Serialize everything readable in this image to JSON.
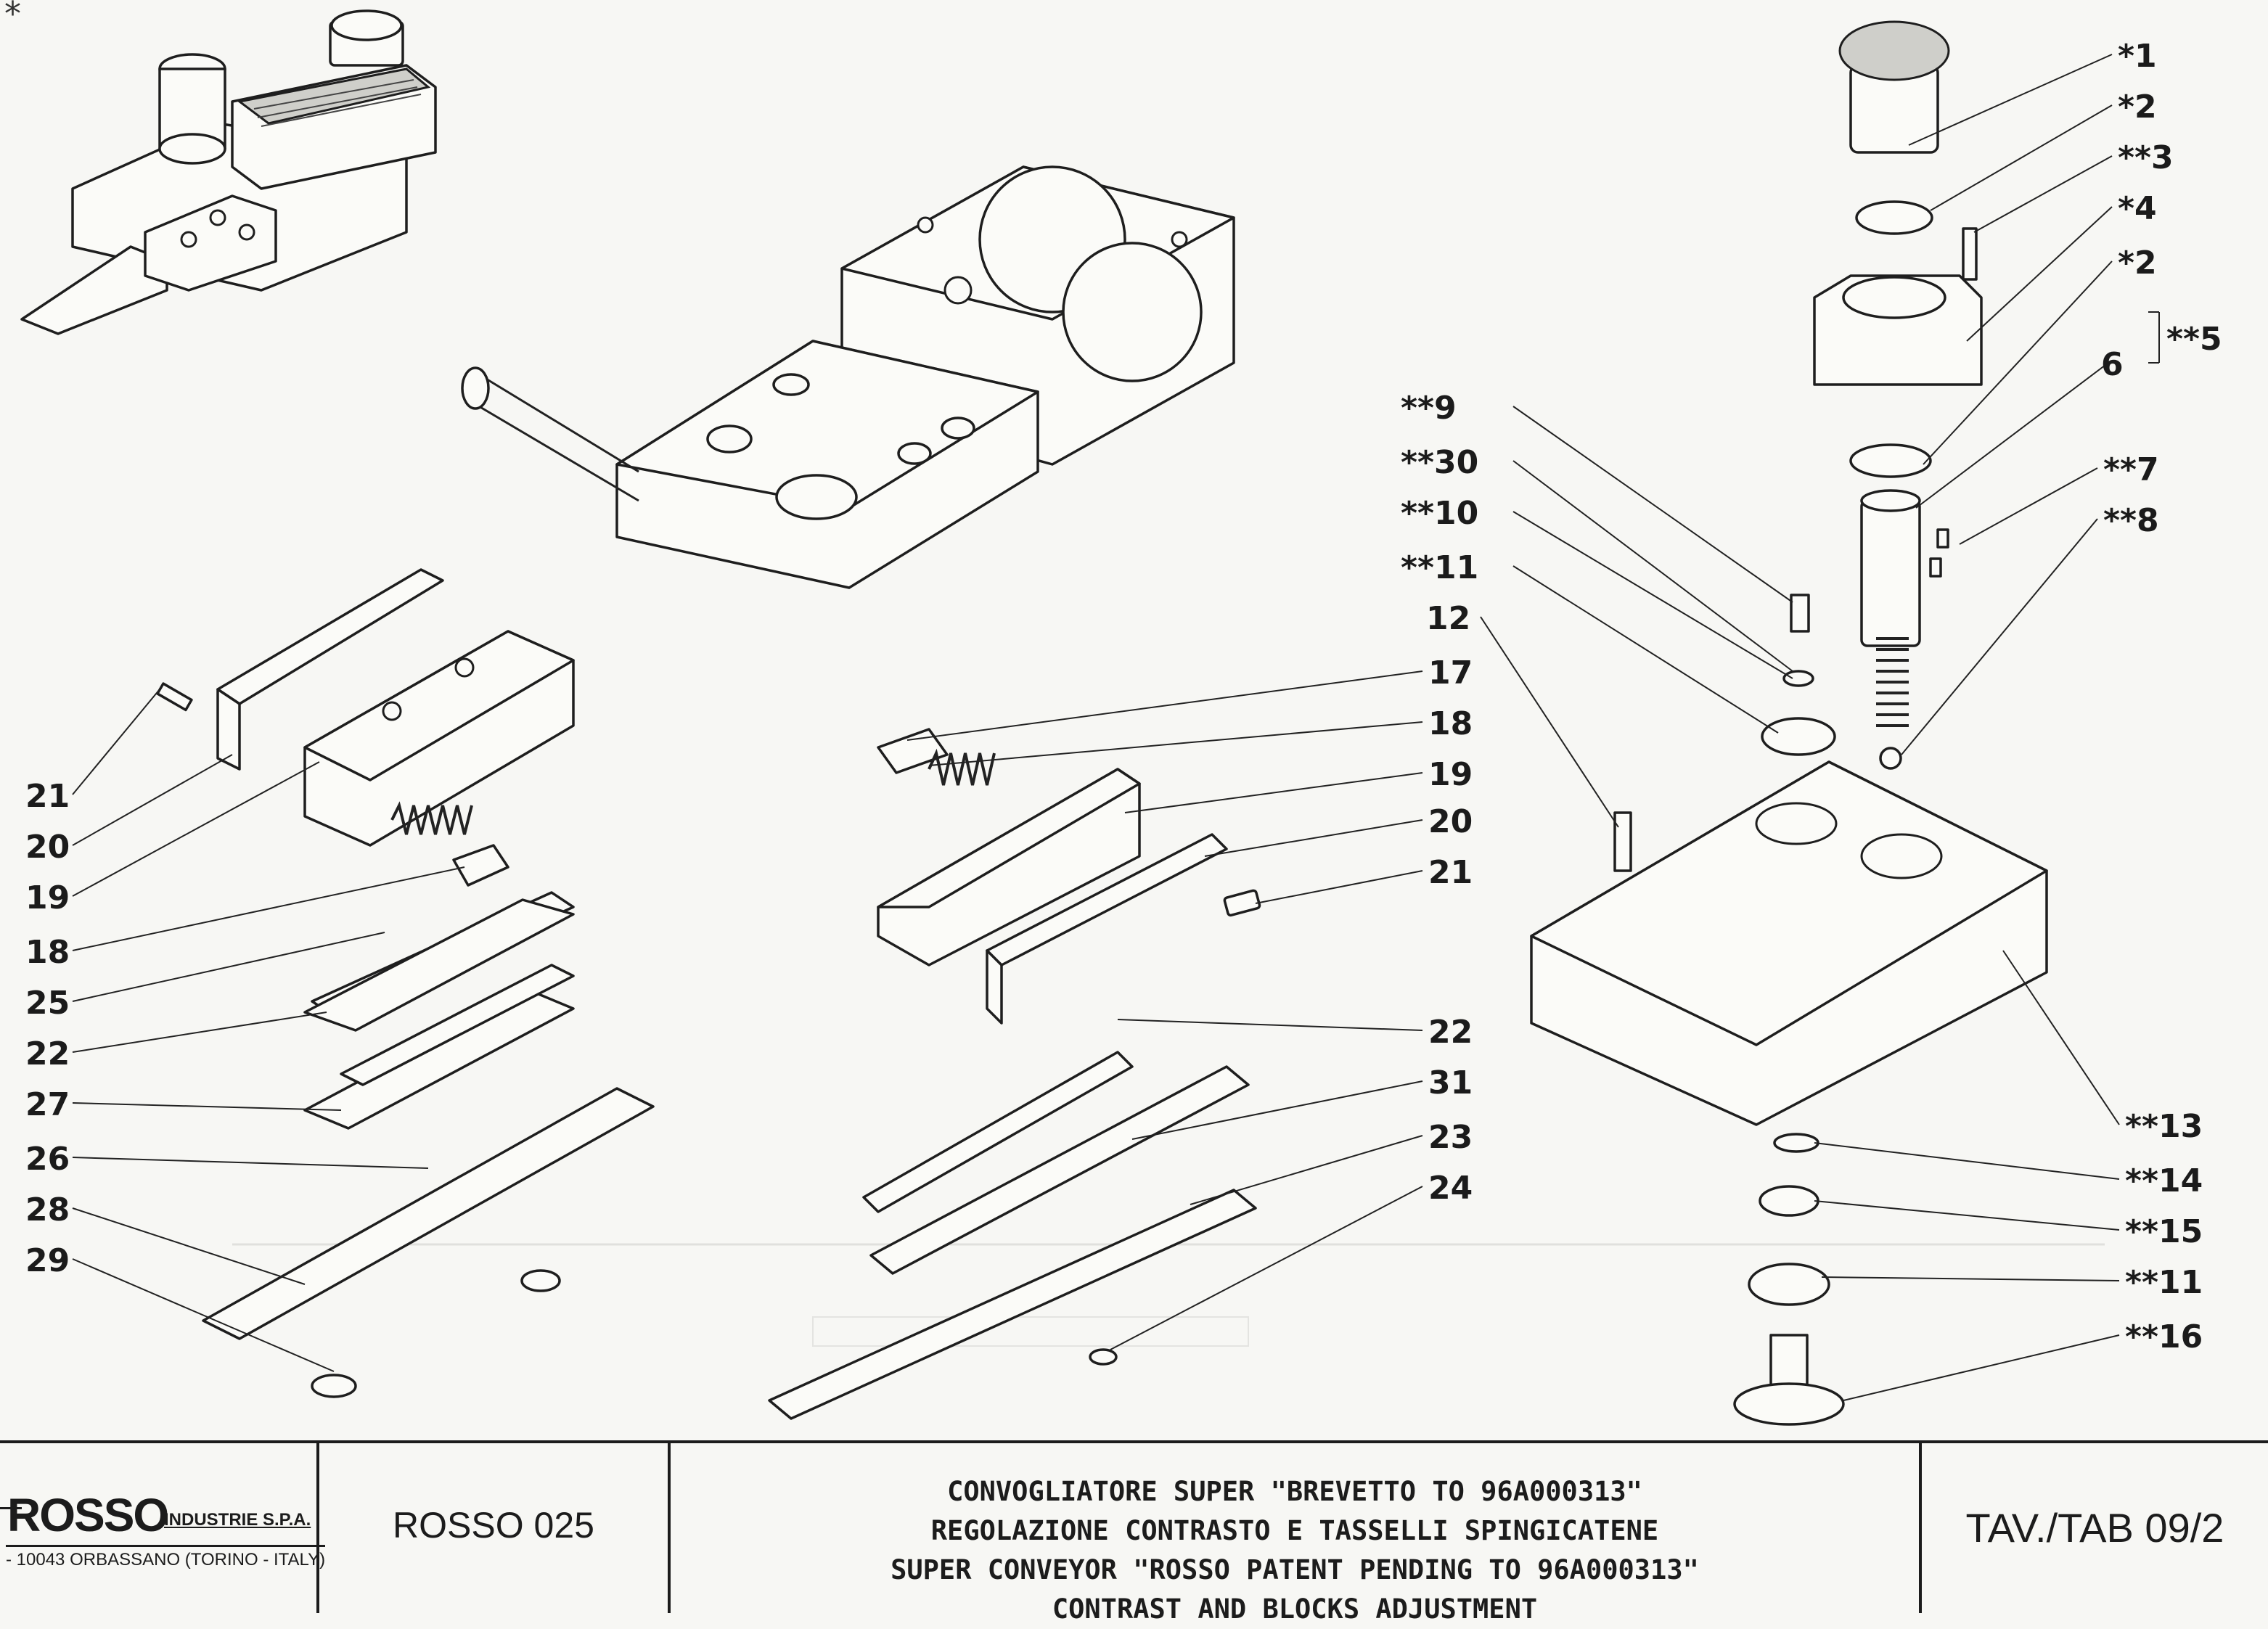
{
  "corner_mark": "*",
  "callouts": [
    {
      "id": "c1",
      "text": "*1"
    },
    {
      "id": "c2",
      "text": "*2"
    },
    {
      "id": "c3",
      "text": "**3"
    },
    {
      "id": "c4",
      "text": "*4"
    },
    {
      "id": "c2b",
      "text": "*2"
    },
    {
      "id": "c5",
      "text": "**5"
    },
    {
      "id": "c6",
      "text": "6"
    },
    {
      "id": "c7",
      "text": "**7"
    },
    {
      "id": "c8",
      "text": "**8"
    },
    {
      "id": "c9",
      "text": "**9"
    },
    {
      "id": "c30",
      "text": "**30"
    },
    {
      "id": "c10",
      "text": "**10"
    },
    {
      "id": "c11",
      "text": "**11"
    },
    {
      "id": "c12",
      "text": "12"
    },
    {
      "id": "c13",
      "text": "**13"
    },
    {
      "id": "c14",
      "text": "**14"
    },
    {
      "id": "c15",
      "text": "**15"
    },
    {
      "id": "c11b",
      "text": "**11"
    },
    {
      "id": "c16",
      "text": "**16"
    },
    {
      "id": "l21",
      "text": "21"
    },
    {
      "id": "l20",
      "text": "20"
    },
    {
      "id": "l19",
      "text": "19"
    },
    {
      "id": "l18",
      "text": "18"
    },
    {
      "id": "l25",
      "text": "25"
    },
    {
      "id": "l22",
      "text": "22"
    },
    {
      "id": "l27",
      "text": "27"
    },
    {
      "id": "l26",
      "text": "26"
    },
    {
      "id": "l28",
      "text": "28"
    },
    {
      "id": "l29",
      "text": "29"
    },
    {
      "id": "r17",
      "text": "17"
    },
    {
      "id": "r18",
      "text": "18"
    },
    {
      "id": "r19",
      "text": "19"
    },
    {
      "id": "r20",
      "text": "20"
    },
    {
      "id": "r21",
      "text": "21"
    },
    {
      "id": "r22",
      "text": "22"
    },
    {
      "id": "r31",
      "text": "31"
    },
    {
      "id": "r23",
      "text": "23"
    },
    {
      "id": "r24",
      "text": "24"
    }
  ],
  "title_block": {
    "logo_word": "ROSSO",
    "logo_sub": "INDUSTRIE S.P.A.",
    "logo_address": "- 10043 ORBASSANO (TORINO - ITALY)",
    "model": "ROSSO 025",
    "description": [
      "CONVOGLIATORE SUPER \"BREVETTO TO 96A000313\"",
      "REGOLAZIONE CONTRASTO E TASSELLI SPINGICATENE",
      "SUPER CONVEYOR \"ROSSO PATENT PENDING TO 96A000313\"",
      "CONTRAST AND BLOCKS ADJUSTMENT"
    ],
    "table_code": "TAV./TAB 09/2"
  }
}
